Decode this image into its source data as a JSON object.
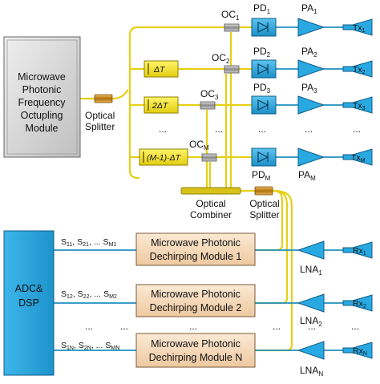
{
  "source_module": {
    "lines": [
      "Microwave",
      "Photonic",
      "Frequency",
      "Octupling",
      "Module"
    ]
  },
  "optical_splitter_left": {
    "lines": [
      "Optical",
      "Splitter"
    ]
  },
  "delays": [
    "ΔT",
    "2ΔT",
    "(M-1)·ΔT"
  ],
  "couplers": [
    {
      "main": "OC",
      "sub": "1"
    },
    {
      "main": "OC",
      "sub": "2"
    },
    {
      "main": "OC",
      "sub": "3"
    },
    {
      "main": "OC",
      "sub": "M"
    }
  ],
  "photodetectors": [
    {
      "main": "PD",
      "sub": "1"
    },
    {
      "main": "PD",
      "sub": "2"
    },
    {
      "main": "PD",
      "sub": "3"
    },
    {
      "main": "PD",
      "sub": "M"
    }
  ],
  "power_amps": [
    {
      "main": "PA",
      "sub": "1"
    },
    {
      "main": "PA",
      "sub": "2"
    },
    {
      "main": "PA",
      "sub": "3"
    },
    {
      "main": "PA",
      "sub": "M"
    }
  ],
  "tx_antennas": [
    {
      "main": "Tx",
      "sub": "1"
    },
    {
      "main": "Tx",
      "sub": "2"
    },
    {
      "main": "Tx",
      "sub": "3"
    },
    {
      "main": "Tx",
      "sub": "M"
    }
  ],
  "dots": "...",
  "optical_combiner": {
    "lines": [
      "Optical",
      "Combiner"
    ]
  },
  "optical_splitter_right": {
    "lines": [
      "Optical",
      "Splitter"
    ]
  },
  "adc_dsp": {
    "lines": [
      "ADC&",
      "DSP"
    ]
  },
  "dechirp_modules": [
    {
      "line1": "Microwave Photonic",
      "line2": "Dechirping Module 1",
      "sig1": "S",
      "sub1": "11",
      "sig2": "S",
      "sub2": "21",
      "sig3": "S",
      "sub3": "M1"
    },
    {
      "line1": "Microwave Photonic",
      "line2": "Dechirping Module 2",
      "sig1": "S",
      "sub1": "12",
      "sig2": "S",
      "sub2": "22",
      "sig3": "S",
      "sub3": "M2"
    },
    {
      "line1": "Microwave Photonic",
      "line2": "Dechirping Module N",
      "sig1": "S",
      "sub1": "1N",
      "sig2": "S",
      "sub2": "2N",
      "sig3": "S",
      "sub3": "MN"
    }
  ],
  "sig_sep": ", ",
  "sig_ellipsis": ", ...",
  "lnas": [
    {
      "main": "LNA",
      "sub": "1"
    },
    {
      "main": "LNA",
      "sub": "2"
    },
    {
      "main": "LNA",
      "sub": "N"
    }
  ],
  "rx_antennas": [
    {
      "main": "Rx",
      "sub": "1"
    },
    {
      "main": "Rx",
      "sub": "2"
    },
    {
      "main": "Rx",
      "sub": "N"
    }
  ],
  "colors": {
    "fiber": "#e8d21a",
    "electrical": "#1f8fbf",
    "source_box": "#d9d9d9",
    "delay_box": "#f2e31a",
    "pd_box": "#29a9e1",
    "amp": "#29a9e1",
    "dechirp_box": "#f6dcc0",
    "adc_box": "#2aa7df",
    "combiner": "#d8c21a"
  }
}
